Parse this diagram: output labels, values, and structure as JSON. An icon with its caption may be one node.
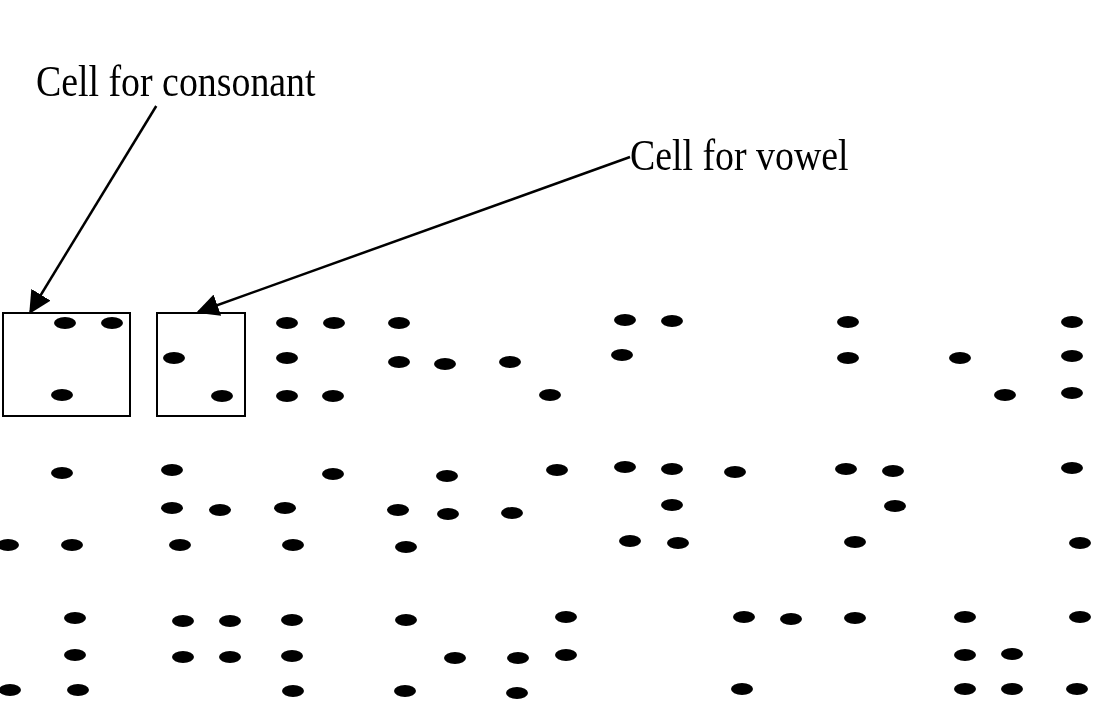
{
  "diagram": {
    "nodes": [
      {
        "text": [
          "Cell for consonant"
        ]
      },
      {
        "text": [
          "Cell for vowel"
        ]
      },
      {
        "text": [],
        "shape": "box"
      },
      {
        "text": [],
        "shape": "box"
      }
    ],
    "edges": [
      {
        "from": 0,
        "to": 2,
        "arrow": "to"
      },
      {
        "from": 1,
        "to": 3,
        "arrow": "to"
      }
    ]
  }
}
